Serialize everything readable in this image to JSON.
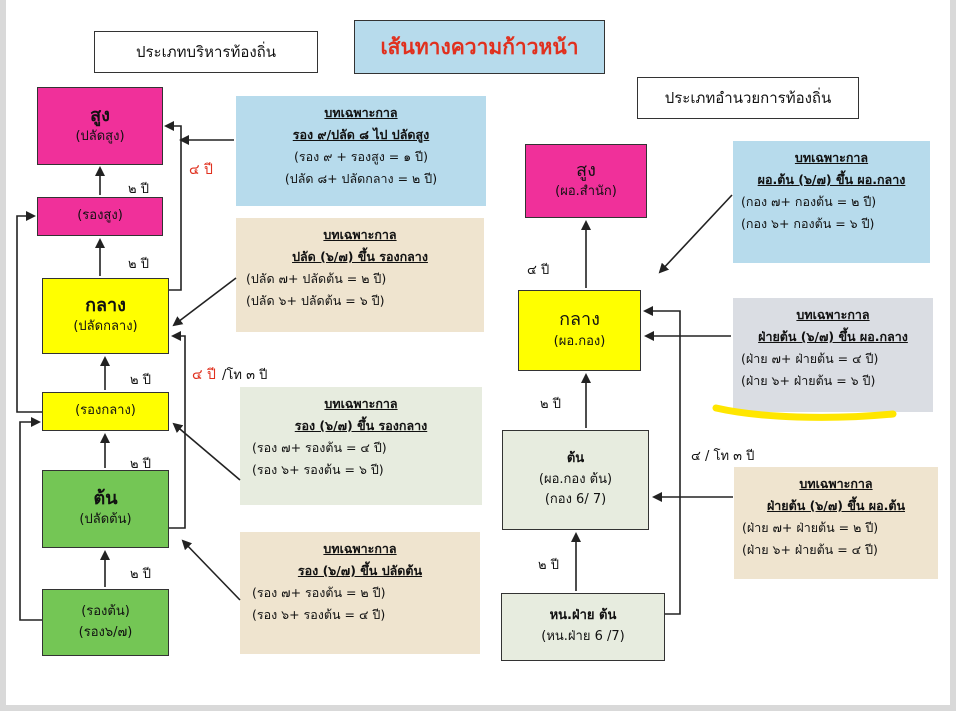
{
  "title": "เส้นทางความก้าวหน้า",
  "left": {
    "header": "ประเภทบริหารท้องถิ่น",
    "levels": [
      {
        "id": "sung",
        "name": "สูง",
        "sub": "(ปลัดสูง)"
      },
      {
        "id": "rong_sung",
        "name": "(รองสูง)"
      },
      {
        "id": "klang",
        "name": "กลาง",
        "sub": "(ปลัดกลาง)"
      },
      {
        "id": "rong_klang",
        "name": "(รองกลาง)"
      },
      {
        "id": "ton",
        "name": "ต้น",
        "sub": "(ปลัดต้น)"
      },
      {
        "id": "rong_ton",
        "name": "(รองต้น)",
        "sub": "(รอง๖/๗)"
      }
    ],
    "years": {
      "y1": "๒ ปี",
      "y2": "๒ ปี",
      "y3": "๒ ปี",
      "y4": "๒ ปี",
      "y5": "๒ ปี"
    },
    "side": {
      "four_years": "๔ ปี",
      "four_years_b": "๔ ปี",
      "or_three": "/โท ๓ ปี"
    },
    "provisions": [
      {
        "head": "บทเฉพาะกาล",
        "title": "รอง ๙/ปลัด ๘ ไป ปลัดสูง",
        "lines": [
          "(รอง ๙ + รองสูง  = ๑ ปี)",
          "(ปลัด ๘+ ปลัดกลาง = ๒ ปี)"
        ]
      },
      {
        "head": "บทเฉพาะกาล",
        "title": "ปลัด (๖/๗)  ขึ้น  รองกลาง",
        "lines": [
          "(ปลัด ๗+ ปลัดต้น = ๒ ปี)",
          "(ปลัด ๖+ ปลัดต้น  = ๖ ปี)"
        ]
      },
      {
        "head": "บทเฉพาะกาล",
        "title": "รอง (๖/๗)  ขึ้น  รองกลาง",
        "lines": [
          "(รอง ๗+ รองต้น  = ๔ ปี)",
          "(รอง ๖+ รองต้น  = ๖ ปี)"
        ]
      },
      {
        "head": "บทเฉพาะกาล",
        "title": "รอง (๖/๗)  ขึ้น  ปลัดต้น",
        "lines": [
          "(รอง ๗+ รองต้น  = ๒ ปี)",
          "(รอง ๖+ รองต้น  = ๔ ปี)"
        ]
      }
    ]
  },
  "right": {
    "header": "ประเภทอำนวยการท้องถิ่น",
    "levels": [
      {
        "id": "r_sung",
        "name": "สูง",
        "sub": "(ผอ.สำนัก)"
      },
      {
        "id": "r_klang",
        "name": "กลาง",
        "sub": "(ผอ.กอง)"
      },
      {
        "id": "r_ton",
        "name": "ต้น",
        "sub": "(ผอ.กอง ต้น)",
        "sub2": "(กอง 6/ 7)"
      },
      {
        "id": "r_hon",
        "name": "หน.ฝ่าย ต้น",
        "sub": "(หน.ฝ่าย 6 /7)"
      }
    ],
    "years": {
      "y1": "๔ ปี",
      "y2": "๒ ปี",
      "y3": "๒ ปี",
      "side": "๔ / โท ๓ ปี"
    },
    "provisions": [
      {
        "head": "บทเฉพาะกาล",
        "title": "ผอ.ต้น (๖/๗) ขึ้น ผอ.กลาง",
        "lines": [
          "(กอง ๗+ กองต้น  = ๒ ปี)",
          "(กอง ๖+ กองต้น  = ๖ ปี)"
        ]
      },
      {
        "head": "บทเฉพาะกาล",
        "title": "ฝ่ายต้น (๖/๗) ขึ้น ผอ.กลาง",
        "lines": [
          "(ฝ่าย ๗+ ฝ่ายต้น  = ๔ ปี)",
          "(ฝ่าย ๖+ ฝ่ายต้น  = ๖ ปี)"
        ]
      },
      {
        "head": "บทเฉพาะกาล",
        "title": "ฝ่ายต้น (๖/๗) ขึ้น ผอ.ต้น",
        "lines": [
          "(ฝ่าย ๗+ ฝ่ายต้น  = ๒ ปี)",
          "(ฝ่าย ๖+ ฝ่ายต้น  = ๔ ปี)"
        ]
      }
    ]
  },
  "colors": {
    "pink": "#f0309a",
    "yellow": "#ffff00",
    "green": "#74c655",
    "blue": "#b7dbec",
    "tan": "#efe4cf",
    "gray": "#dadde3",
    "sage": "#e7ecdf",
    "highlight": "#ffe600",
    "title_red": "#e0301e"
  }
}
